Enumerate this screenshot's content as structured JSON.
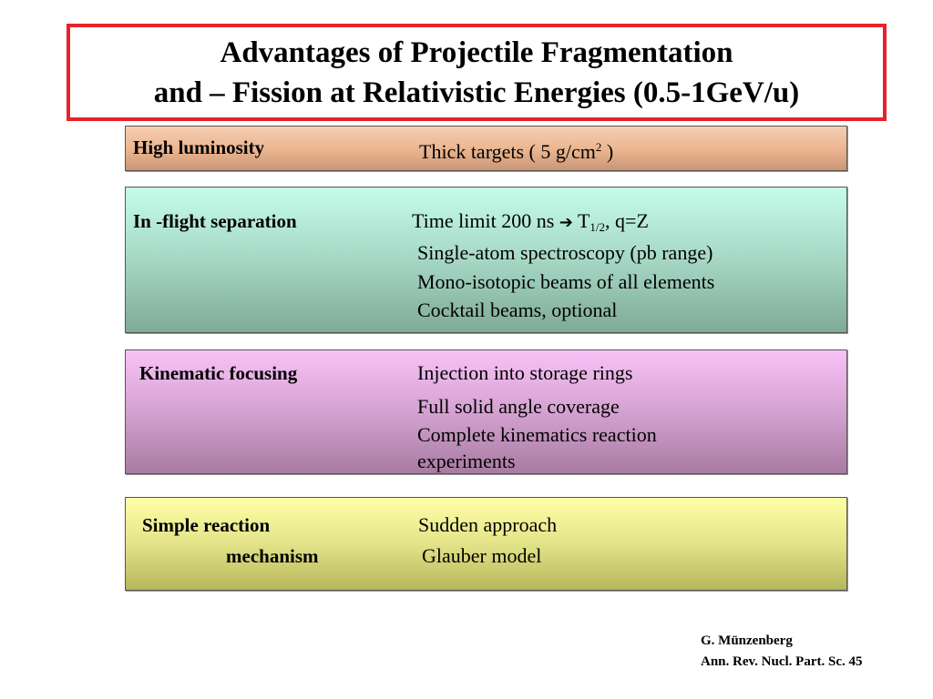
{
  "title": {
    "line1": "Advantages of  Projectile Fragmentation",
    "line2": "and – Fission at Relativistic Energies (0.5-1GeV/u)"
  },
  "sections": [
    {
      "label": "High luminosity",
      "items": [
        {
          "pre": "Thick targets ( 5 g/cm",
          "sup": "2",
          "post": " )"
        }
      ]
    },
    {
      "label": "In -flight separation",
      "items": [
        {
          "pre": "Time limit 200 ns ",
          "arrow": "➔",
          "mid": " T",
          "sub": "1/2",
          "post": ",  q=Z"
        },
        {
          "text": "Single-atom spectroscopy (pb range)"
        },
        {
          "text": "Mono-isotopic beams of all elements"
        },
        {
          "text": "Cocktail beams, optional"
        }
      ]
    },
    {
      "label": "Kinematic focusing",
      "items": [
        {
          "text": "Injection into storage rings"
        },
        {
          "text": "Full solid angle coverage"
        },
        {
          "text": "Complete kinematics reaction"
        },
        {
          "text": "experiments"
        }
      ]
    },
    {
      "label_line1": "Simple  reaction",
      "label_line2": "mechanism",
      "items": [
        {
          "text": "Sudden approach"
        },
        {
          "text": "Glauber model"
        }
      ]
    }
  ],
  "footer": {
    "author": "G. Münzenberg",
    "reference": "Ann. Rev. Nucl. Part. Sc. 45"
  },
  "colors": {
    "title_border": "#e8222a",
    "section1": "#eab48e",
    "section2": "#a6d7c5",
    "section3": "#d4a2d1",
    "section4": "#e3e38a"
  }
}
